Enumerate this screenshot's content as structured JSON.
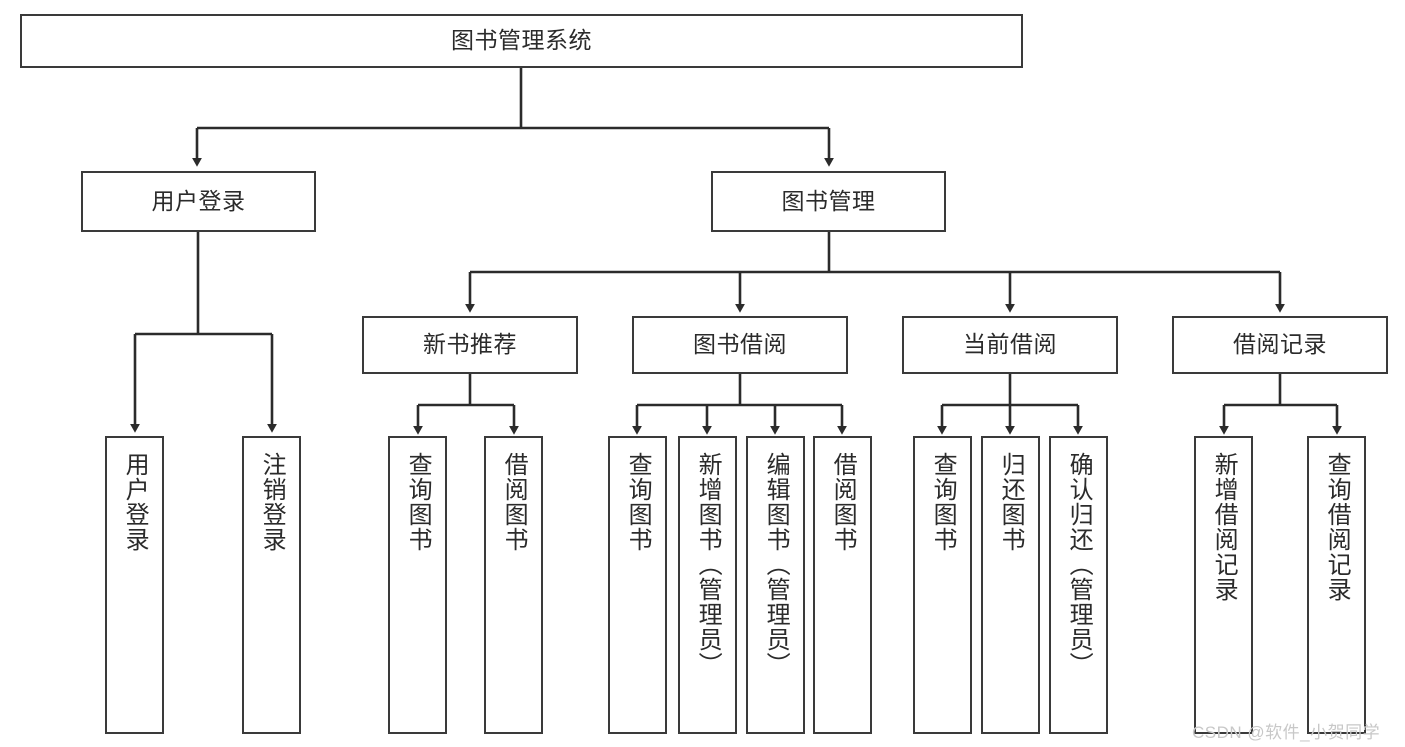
{
  "diagram": {
    "type": "tree-hierarchy-chart",
    "title": "图书管理系统",
    "watermark": "CSDN @软件_小贺同学",
    "colors": {
      "box_border": "#3a3a3a",
      "box_fill": "#ffffff",
      "edge": "#2b2b2b",
      "text": "#2b2b2b",
      "watermark": "#c8c8c8",
      "background": "#ffffff"
    },
    "nodes": {
      "root": {
        "label": "图书管理系统"
      },
      "level2": [
        {
          "id": "user-login",
          "label": "用户登录"
        },
        {
          "id": "book-manage",
          "label": "图书管理"
        }
      ],
      "level3": [
        {
          "id": "new-book-recommend",
          "label": "新书推荐"
        },
        {
          "id": "book-borrow",
          "label": "图书借阅"
        },
        {
          "id": "current-borrow",
          "label": "当前借阅"
        },
        {
          "id": "borrow-record",
          "label": "借阅记录"
        }
      ],
      "leaves": [
        {
          "id": "leaf-user-login",
          "label": "用户登录",
          "parent": "user-login"
        },
        {
          "id": "leaf-logout",
          "label": "注销登录",
          "parent": "user-login"
        },
        {
          "id": "leaf-query-book-1",
          "label": "查询图书",
          "parent": "new-book-recommend"
        },
        {
          "id": "leaf-borrow-book-1",
          "label": "借阅图书",
          "parent": "new-book-recommend"
        },
        {
          "id": "leaf-query-book-2",
          "label": "查询图书",
          "parent": "book-borrow"
        },
        {
          "id": "leaf-add-book",
          "label": "新增图书（管理员）",
          "parent": "book-borrow"
        },
        {
          "id": "leaf-edit-book",
          "label": "编辑图书（管理员）",
          "parent": "book-borrow"
        },
        {
          "id": "leaf-borrow-book-2",
          "label": "借阅图书",
          "parent": "book-borrow"
        },
        {
          "id": "leaf-query-book-3",
          "label": "查询图书",
          "parent": "current-borrow"
        },
        {
          "id": "leaf-return-book",
          "label": "归还图书",
          "parent": "current-borrow"
        },
        {
          "id": "leaf-confirm-return",
          "label": "确认归还（管理员）",
          "parent": "current-borrow"
        },
        {
          "id": "leaf-add-record",
          "label": "新增借阅记录",
          "parent": "borrow-record"
        },
        {
          "id": "leaf-query-record",
          "label": "查询借阅记录",
          "parent": "borrow-record"
        }
      ]
    }
  }
}
